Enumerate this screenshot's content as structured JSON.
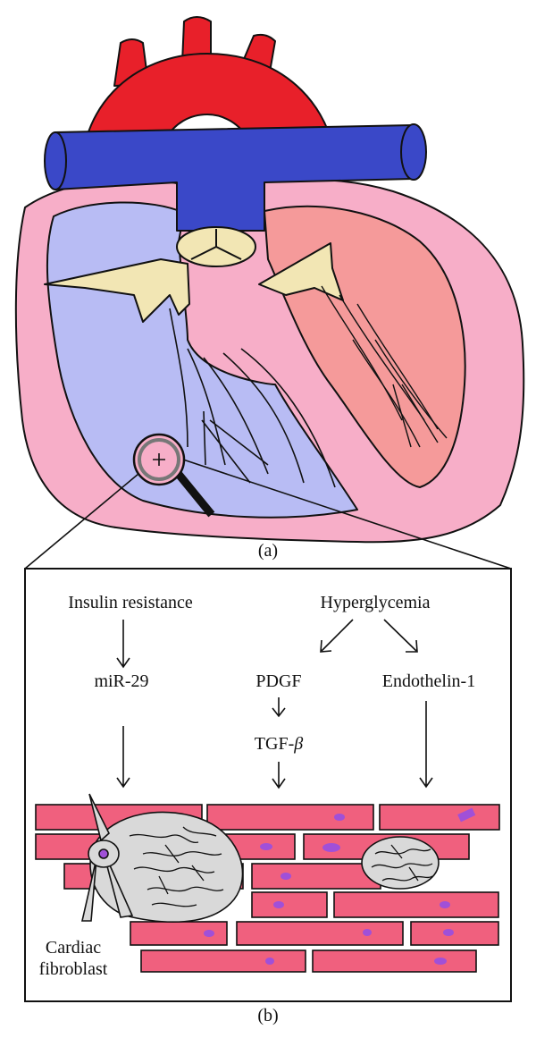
{
  "panel_a": {
    "label": "(a)"
  },
  "panel_b": {
    "label": "(b)",
    "nodes": {
      "insulin_resistance": "Insulin resistance",
      "hyperglycemia": "Hyperglycemia",
      "mir29": "miR-29",
      "pdgf": "PDGF",
      "endothelin": "Endothelin-1",
      "tgf_prefix": "TGF-",
      "tgf_symbol": "β"
    },
    "fibroblast_label": [
      "Cardiac",
      "fibroblast"
    ]
  },
  "colors": {
    "aorta": "#e8202a",
    "vena_cava": "#3a48c8",
    "myocardium": "#f7aec8",
    "right_chamber": "#b8bcf4",
    "left_chamber": "#f59a9a",
    "valve": "#f2e6b4",
    "muscle_cell": "#f0607e",
    "nucleus": "#a050d8",
    "fibroblast": "#d9d9d9"
  }
}
